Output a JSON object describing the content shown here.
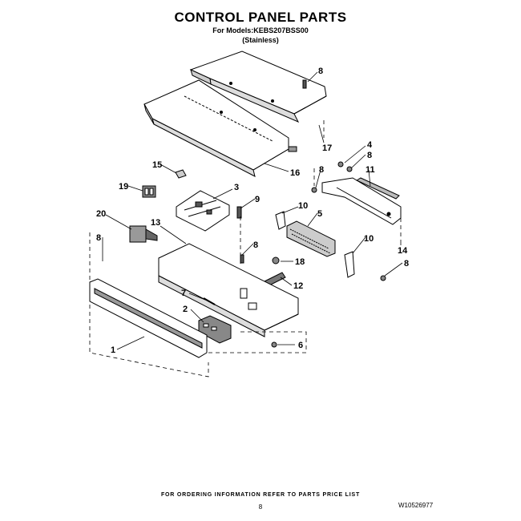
{
  "title": "CONTROL PANEL PARTS",
  "subtitle_models": "For Models:KEBS207BSS00",
  "subtitle_finish": "(Stainless)",
  "callouts": [
    "8",
    "17",
    "4",
    "8",
    "16",
    "8",
    "11",
    "15",
    "19",
    "3",
    "9",
    "10",
    "5",
    "20",
    "13",
    "8",
    "8",
    "10",
    "14",
    "18",
    "12",
    "7",
    "8",
    "2",
    "6",
    "1"
  ],
  "footer": {
    "ordering_note": "FOR ORDERING INFORMATION REFER TO PARTS PRICE LIST",
    "page_number": "8",
    "document_code": "W10526977"
  }
}
